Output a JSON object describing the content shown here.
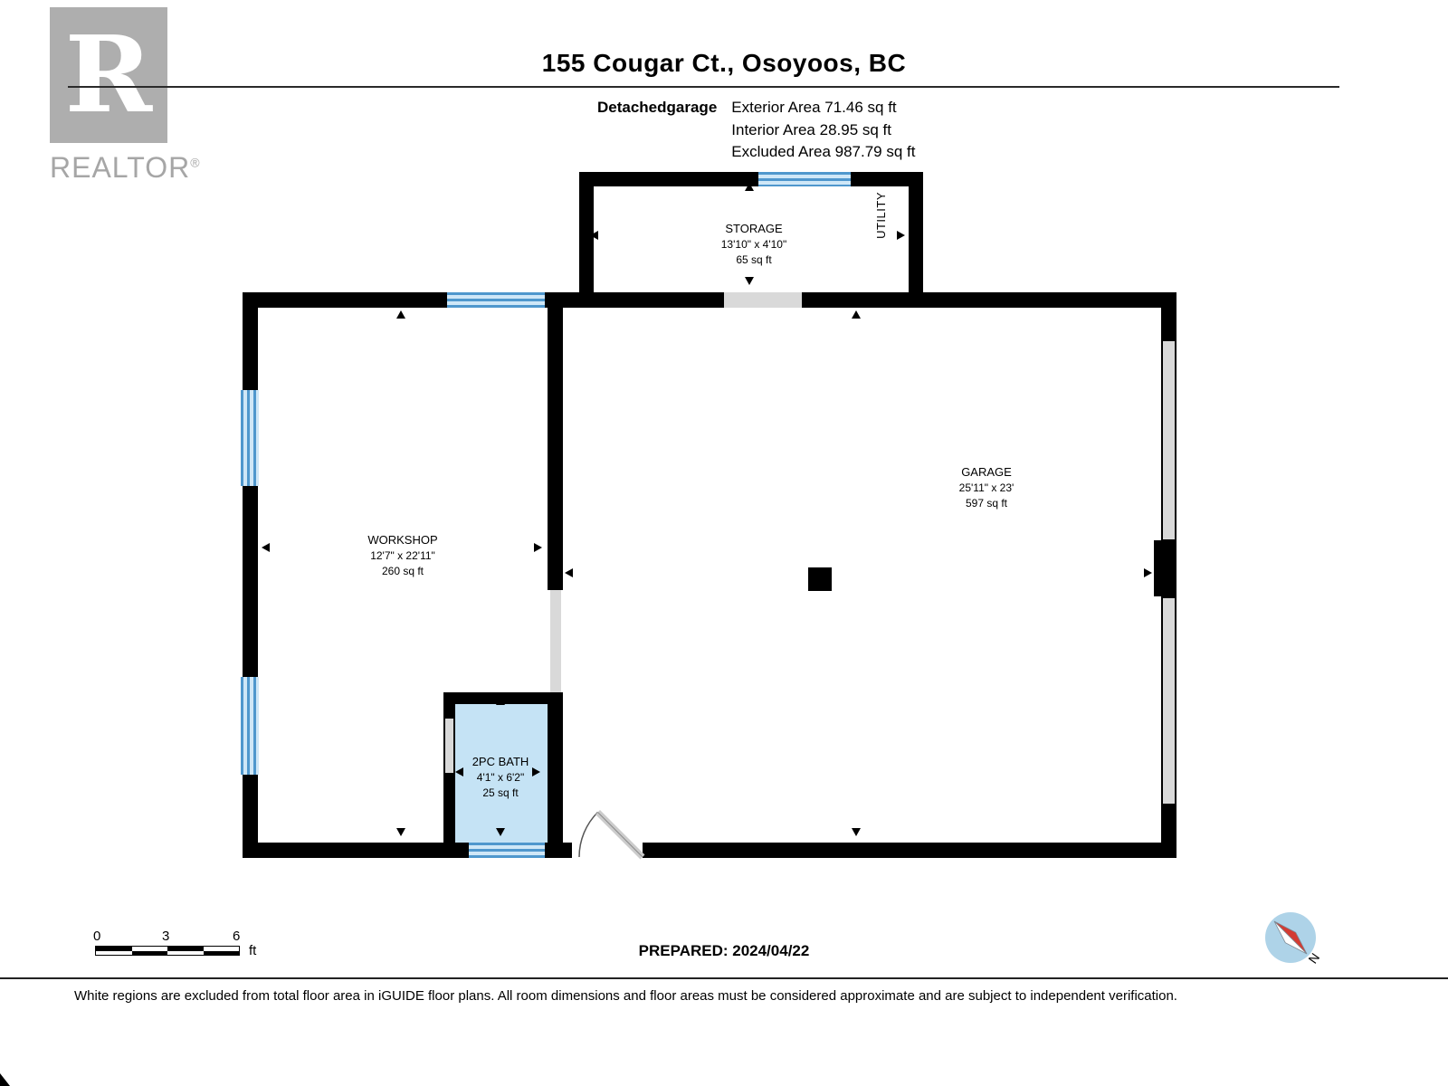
{
  "watermark": {
    "letter": "R",
    "brand": "REALTOR",
    "reg": "®"
  },
  "header": {
    "title": "155 Cougar Ct., Osoyoos, BC",
    "floor_label": "Detachedgarage",
    "area_lines": [
      "Exterior Area 71.46 sq ft",
      "Interior Area 28.95 sq ft",
      "Excluded Area 987.79 sq ft"
    ]
  },
  "rooms": {
    "storage": {
      "name": "STORAGE",
      "dims": "13'10\" x 4'10\"",
      "area": "65 sq ft"
    },
    "workshop": {
      "name": "WORKSHOP",
      "dims": "12'7\" x 22'11\"",
      "area": "260 sq ft"
    },
    "garage": {
      "name": "GARAGE",
      "dims": "25'11\" x 23'",
      "area": "597 sq ft"
    },
    "bath": {
      "name": "2PC BATH",
      "dims": "4'1\" x 6'2\"",
      "area": "25 sq ft"
    },
    "utility": {
      "name": "UTILITY"
    }
  },
  "scale_bar": {
    "labels": [
      "0",
      "3",
      "6"
    ],
    "unit": "ft"
  },
  "footer": {
    "prepared": "PREPARED: 2024/04/22",
    "compass_label": "N",
    "disclaimer": "White regions are excluded from total floor area in iGUIDE floor plans. All room dimensions and floor areas must be considered approximate and are subject to independent verification."
  },
  "colors": {
    "wall": "#000000",
    "window_blue": "#4f97cd",
    "window_blue_light": "#cfe7f7",
    "bath_fill": "#c5e3f5",
    "opening_gray": "#d9d9d9",
    "watermark_gray": "#aeaeae",
    "compass_fill": "#aed3e8",
    "compass_needle_red": "#d33b32"
  }
}
